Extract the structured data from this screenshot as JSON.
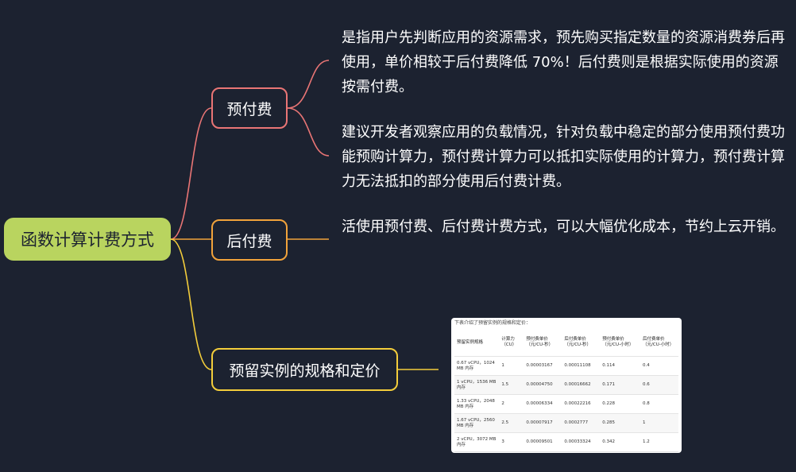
{
  "mindmap": {
    "root": "函数计算计费方式",
    "branches": [
      {
        "label": "预付费",
        "color": "#e97575"
      },
      {
        "label": "后付费",
        "color": "#f2a33b"
      },
      {
        "label": "预留实例的规格和定价",
        "color": "#f3cd3b"
      }
    ],
    "notes": [
      "是指用户先判断应用的资源需求，预先购买指定数量的资源消费券后再使用，单价相较于后付费降低 70%！后付费则是根据实际使用的资源按需付费。",
      "建议开发者观察应用的负载情况，针对负载中稳定的部分使用预付费功能预购计算力，预付费计算力可以抵扣实际使用的计算力，预付费计算力无法抵扣的部分使用后付费计费。",
      "活使用预付费、后付费计费方式，可以大幅优化成本，节约上云开销。"
    ]
  },
  "pricing_table": {
    "caption": "下表介绍了预留实例的规格和定价：",
    "headers": [
      "预留实例规格",
      "计算力（CU）",
      "预付费单价（元/CU-秒）",
      "后付费单价（元/CU-秒）",
      "预付费单价（元/CU-小时）",
      "后付费单价（元/CU-小时）"
    ],
    "rows": [
      [
        "0.67 vCPU，1024 MB 内存",
        "1",
        "0.00003167",
        "0.00011108",
        "0.114",
        "0.4"
      ],
      [
        "1 vCPU，1536 MB 内存",
        "1.5",
        "0.00004750",
        "0.00016662",
        "0.171",
        "0.6"
      ],
      [
        "1.33 vCPU，2048 MB 内存",
        "2",
        "0.00006334",
        "0.00022216",
        "0.228",
        "0.8"
      ],
      [
        "1.67 vCPU，2560 MB 内存",
        "2.5",
        "0.00007917",
        "0.0002777",
        "0.285",
        "1"
      ],
      [
        "2 vCPU，3072 MB 内存",
        "3",
        "0.00009501",
        "0.00033324",
        "0.342",
        "1.2"
      ]
    ]
  }
}
